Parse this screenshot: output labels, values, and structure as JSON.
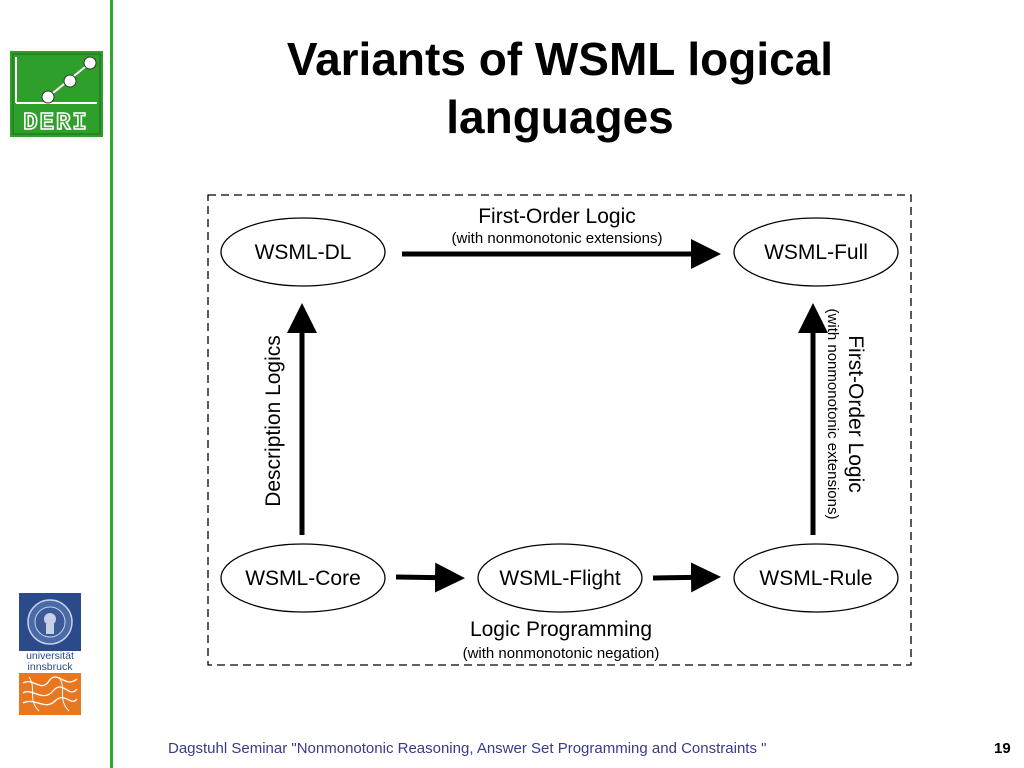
{
  "slide": {
    "title_line1": "Variants of WSML logical",
    "title_line2": "languages",
    "footer": "Dagstuhl Seminar \"Nonmonotonic Reasoning, Answer Set Programming and Constraints \"",
    "page_number": "19"
  },
  "logos": {
    "deri": {
      "text": "DERI",
      "icon": "deri-logo-icon",
      "bg": "#2e9f2a"
    },
    "university": {
      "line1": "universität",
      "line2": "innsbruck",
      "icon": "university-innsbruck-logo-icon"
    }
  },
  "diagram": {
    "nodes": {
      "dl": "WSML-DL",
      "full": "WSML-Full",
      "core": "WSML-Core",
      "flight": "WSML-Flight",
      "rule": "WSML-Rule"
    },
    "edges": {
      "top_label": "First-Order Logic",
      "top_sub": "(with nonmonotonic extensions)",
      "left_label": "Description Logics",
      "right_label": "First-Order Logic",
      "right_sub": "(with nonmonotonic extensions)",
      "bottom_label": "Logic Programming",
      "bottom_sub": "(with nonmonotonic negation)"
    }
  },
  "colors": {
    "accent_green": "#2ea828",
    "footer_text": "#3a3a8c"
  }
}
